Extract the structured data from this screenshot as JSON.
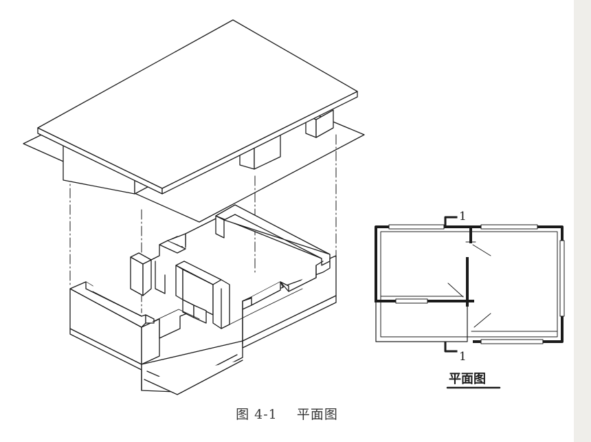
{
  "section_mark": "1",
  "plan_title": "平面图",
  "caption": {
    "figure_no": "图 4-1",
    "title": "平面图"
  },
  "colors": {
    "ink": "#1a1a1a",
    "paper": "#ffffff",
    "side_strip": "#efeeea"
  }
}
